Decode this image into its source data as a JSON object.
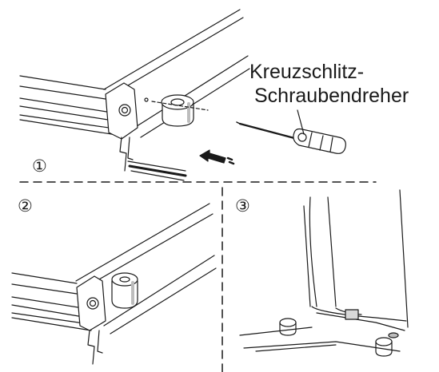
{
  "tool_label": {
    "line1": "Kreuzschlitz-",
    "line2": "Schraubendreher"
  },
  "steps": {
    "one": "①",
    "two": "②",
    "three": "③"
  },
  "colors": {
    "line": "#1a1a1a",
    "fill": "#ffffff",
    "shade": "#d9d9d9",
    "shade_dark": "#bdbdbd"
  }
}
